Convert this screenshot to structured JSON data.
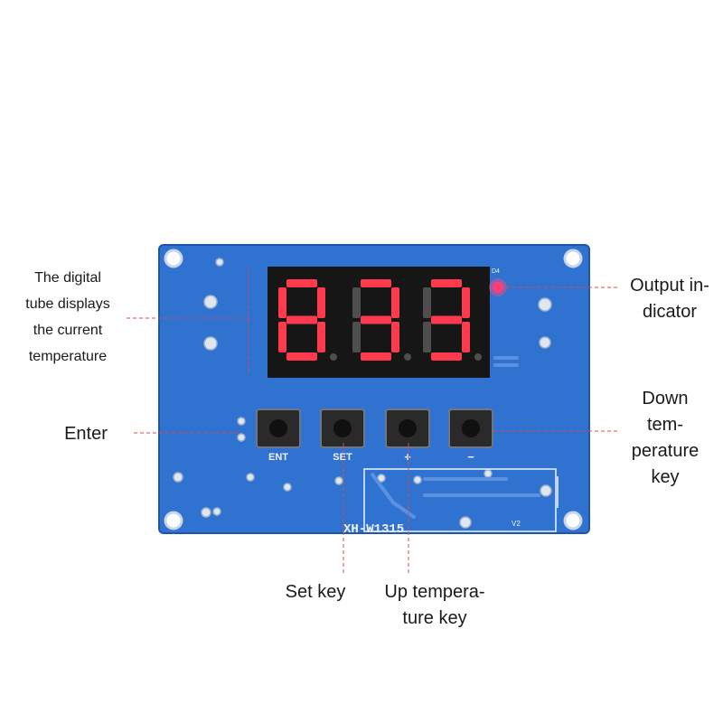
{
  "board": {
    "model_marking": "XH-W1315",
    "silk_v2": "V2",
    "silk_led": "D4",
    "display_digits": [
      "8",
      "3",
      "3"
    ],
    "colors": {
      "board": "#2f72cf",
      "board_edge": "#1f56a8",
      "display_body": "#161616",
      "segment_on": "#ff3a4f",
      "segment_off": "#4e4e4e",
      "button_body": "#2a2a2a",
      "silkscreen": "#eef3fb",
      "callout_line": "#d84a4a"
    }
  },
  "buttons": [
    {
      "key": "ent",
      "silk": "ENT"
    },
    {
      "key": "set",
      "silk": "SET"
    },
    {
      "key": "up",
      "silk": "+"
    },
    {
      "key": "down",
      "silk": "−"
    }
  ],
  "labels": {
    "digital_tube": "The digital\ntube displays\nthe current\ntemperature",
    "output_indicator": "Output in-\ndicator",
    "enter": "Enter",
    "down_key": "Down\ntem-\nperature\nkey",
    "set_key": "Set key",
    "up_key": "Up tempera-\nture key"
  }
}
